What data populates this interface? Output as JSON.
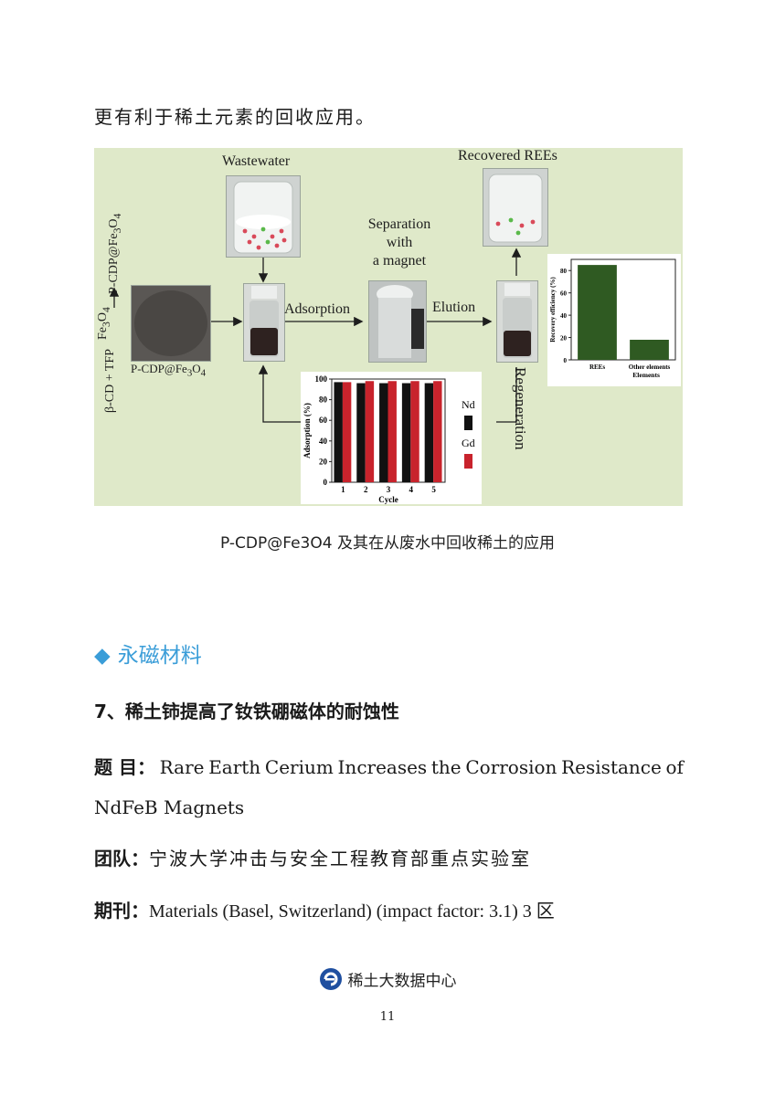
{
  "intro_text": "更有利于稀土元素的回收应用。",
  "figure": {
    "wastewater": "Wastewater",
    "recovered": "Recovered REEs",
    "separation_lines": [
      "Separation",
      "with",
      "a magnet"
    ],
    "adsorption": "Adsorption",
    "elution": "Elution",
    "regeneration": "Regeneration",
    "powder_label_pre": "P-CDP@Fe",
    "powder_label_sub": "3",
    "powder_label_mid": "O",
    "powder_label_sub2": "4",
    "left_reactants": "β-CD + TFP",
    "left_reagent": "Fe",
    "left_reagent_sub": "3",
    "left_reagent_o": "O",
    "left_reagent_sub2": "4",
    "left_product": "P-CDP@Fe",
    "left_product_sub": "3",
    "left_product_o": "O",
    "left_product_sub2": "4",
    "colors": {
      "background": "#dfe9c9",
      "nd": "#111111",
      "gd": "#c8232c",
      "bar_green": "#2f5a22"
    }
  },
  "chart_data": [
    {
      "type": "bar",
      "title": "",
      "xlabel": "Cycle",
      "ylabel": "Adsorption (%)",
      "categories": [
        "1",
        "2",
        "3",
        "4",
        "5"
      ],
      "ylim": [
        0,
        100
      ],
      "yticks": [
        "0",
        "20",
        "40",
        "60",
        "80",
        "100"
      ],
      "series": [
        {
          "name": "Nd",
          "values": [
            97,
            96,
            96,
            96,
            96
          ]
        },
        {
          "name": "Gd",
          "values": [
            97,
            98,
            98,
            98,
            98
          ]
        }
      ],
      "legend": "right"
    },
    {
      "type": "bar",
      "title": "",
      "xlabel": "Elements",
      "ylabel": "Recovery efficiency (%)",
      "categories": [
        "REEs",
        "Other elements"
      ],
      "ylim": [
        0,
        90
      ],
      "yticks": [
        "0",
        "20",
        "40",
        "60",
        "80"
      ],
      "values": [
        85,
        18
      ]
    }
  ],
  "caption": "P-CDP@Fe3O4 及其在从废水中回收稀土的应用",
  "section": {
    "marker": "◆",
    "title": "永磁材料"
  },
  "heading": "7、稀土铈提高了钕铁硼磁体的耐蚀性",
  "fields": {
    "title_label": "题 目：",
    "title_words": [
      "Rare",
      "Earth",
      "Cerium",
      "Increases",
      "the",
      "Corrosion",
      "Resistance",
      "of"
    ],
    "title_line2": "NdFeB Magnets",
    "team_label": "团队：",
    "team_value": "宁波大学冲击与安全工程教育部重点实验室",
    "journal_label": "期刊：",
    "journal_value": "Materials (Basel, Switzerland) (impact factor: 3.1) 3 区"
  },
  "footer": "稀土大数据中心",
  "page_number": "11"
}
